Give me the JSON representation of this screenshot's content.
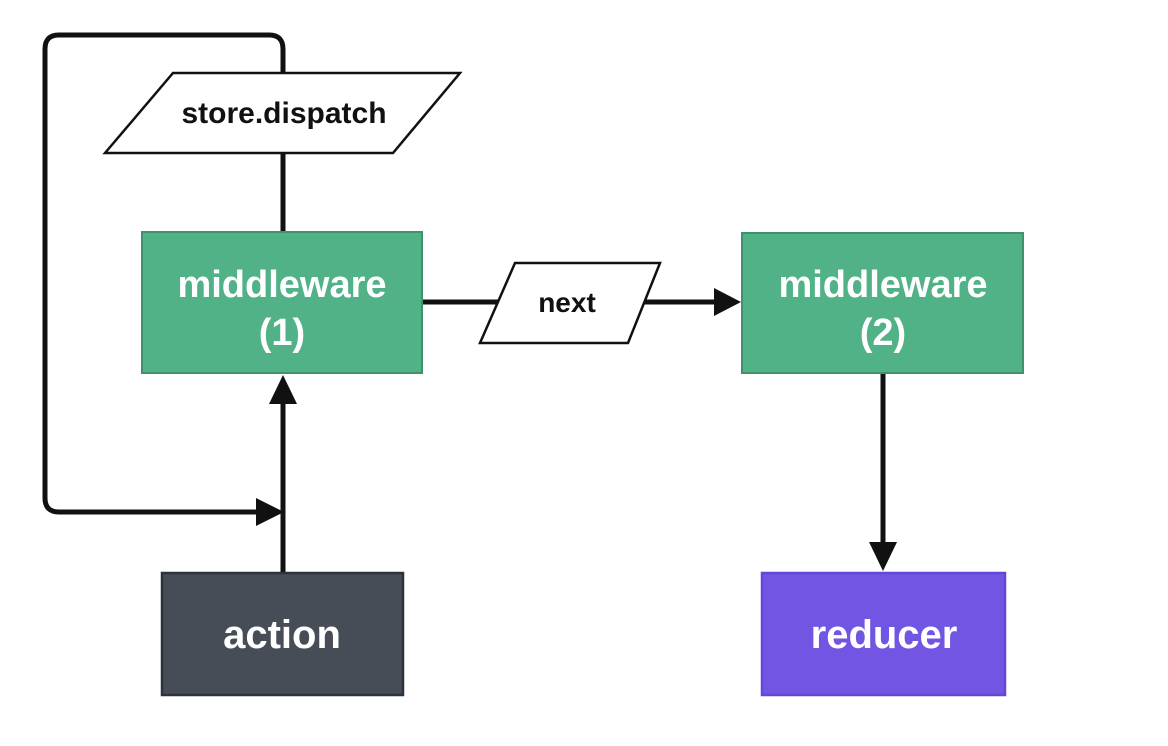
{
  "diagram": {
    "kind": "flowchart",
    "nodes": {
      "store_dispatch": {
        "label": "store.dispatch",
        "shape": "parallelogram"
      },
      "middleware_1": {
        "label_line1": "middleware",
        "label_line2": "(1)",
        "shape": "rect"
      },
      "next": {
        "label": "next",
        "shape": "parallelogram"
      },
      "middleware_2": {
        "label_line1": "middleware",
        "label_line2": "(2)",
        "shape": "rect"
      },
      "action": {
        "label": "action",
        "shape": "rect"
      },
      "reducer": {
        "label": "reducer",
        "shape": "rect"
      }
    },
    "edges": [
      {
        "from": "middleware_1",
        "to": "store_dispatch",
        "name": "dispatch-loop"
      },
      {
        "from": "action",
        "to": "middleware_1"
      },
      {
        "from": "middleware_1",
        "to": "middleware_2",
        "via": "next"
      },
      {
        "from": "middleware_2",
        "to": "reducer"
      }
    ]
  },
  "colors": {
    "background": "#ffffff",
    "line": "#111111",
    "shape_fill": "#ffffff",
    "middleware_fill": "#52b287",
    "middleware_border": "#41926c",
    "action_fill": "#474d57",
    "action_border": "#2d333b",
    "reducer_fill": "#7355e4",
    "reducer_border": "#6347d8",
    "label_on_color": "#ffffff",
    "label_dark": "#111111"
  }
}
